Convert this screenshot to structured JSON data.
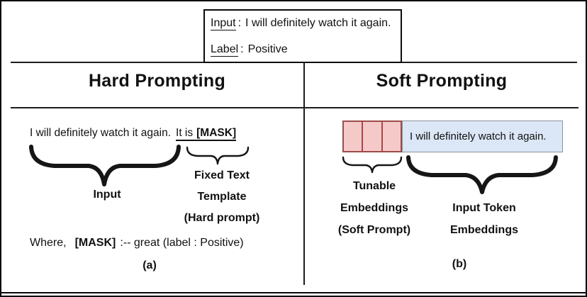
{
  "colors": {
    "frame_border": "#0a0a0a",
    "line": "#1c1c1c",
    "text": "#111111",
    "tunable_fill": "#f6c9c9",
    "tunable_border": "#9e4a4a",
    "embedding_fill": "#dbe7f6",
    "embedding_border": "#8c949c"
  },
  "example_box": {
    "rows": [
      {
        "label": "Input",
        "separator": ":",
        "value": "I will definitely watch it again."
      },
      {
        "label": "Label",
        "separator": ":",
        "value": "Positive"
      }
    ]
  },
  "hard": {
    "title": "Hard Prompting",
    "input_sentence": "I will definitely watch it again.",
    "template_prefix": "It is",
    "mask_token": "[MASK]",
    "input_brace_label": "Input",
    "template_label": {
      "line1": "Fixed Text",
      "line2": "Template",
      "line3": "(Hard prompt)"
    },
    "where": {
      "prefix": "Where,",
      "mask": "[MASK]",
      "suffix": ":-- great (label : Positive)"
    },
    "caption": "(a)"
  },
  "soft": {
    "title": "Soft Prompting",
    "tunable_cells": 3,
    "embedding_sentence": "I will definitely watch it again.",
    "tunable_label": {
      "line1": "Tunable",
      "line2": "Embeddings",
      "line3": "(Soft Prompt)"
    },
    "input_token_label": {
      "line1": "Input Token",
      "line2": "Embeddings"
    },
    "caption": "(b)"
  }
}
